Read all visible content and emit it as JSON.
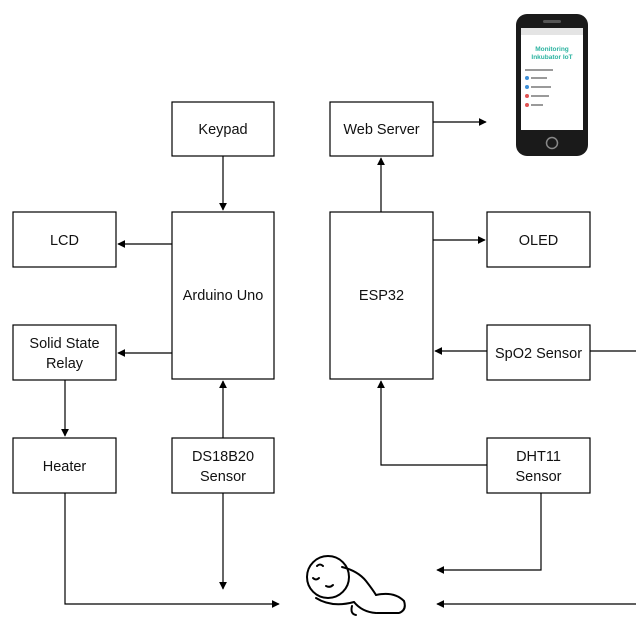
{
  "blocks": {
    "keypad": "Keypad",
    "web_server": "Web Server",
    "lcd": "LCD",
    "arduino": "Arduino Uno",
    "esp32": "ESP32",
    "oled": "OLED",
    "ssr_line1": "Solid State",
    "ssr_line2": "Relay",
    "spo2": "SpO2 Sensor",
    "heater": "Heater",
    "ds18b20_line1": "DS18B20",
    "ds18b20_line2": "Sensor",
    "dht11_line1": "DHT11",
    "dht11_line2": "Sensor"
  },
  "phone_screen": {
    "title_line1": "Monitoring",
    "title_line2": "Inkubator IoT"
  },
  "colors": {
    "line": "#000000",
    "box_fill": "#ffffff",
    "phone_body": "#1a1a1a",
    "phone_title": "#2bb3a0"
  },
  "icons": {
    "phone": "smartphone-icon",
    "baby": "sleeping-baby-icon"
  }
}
